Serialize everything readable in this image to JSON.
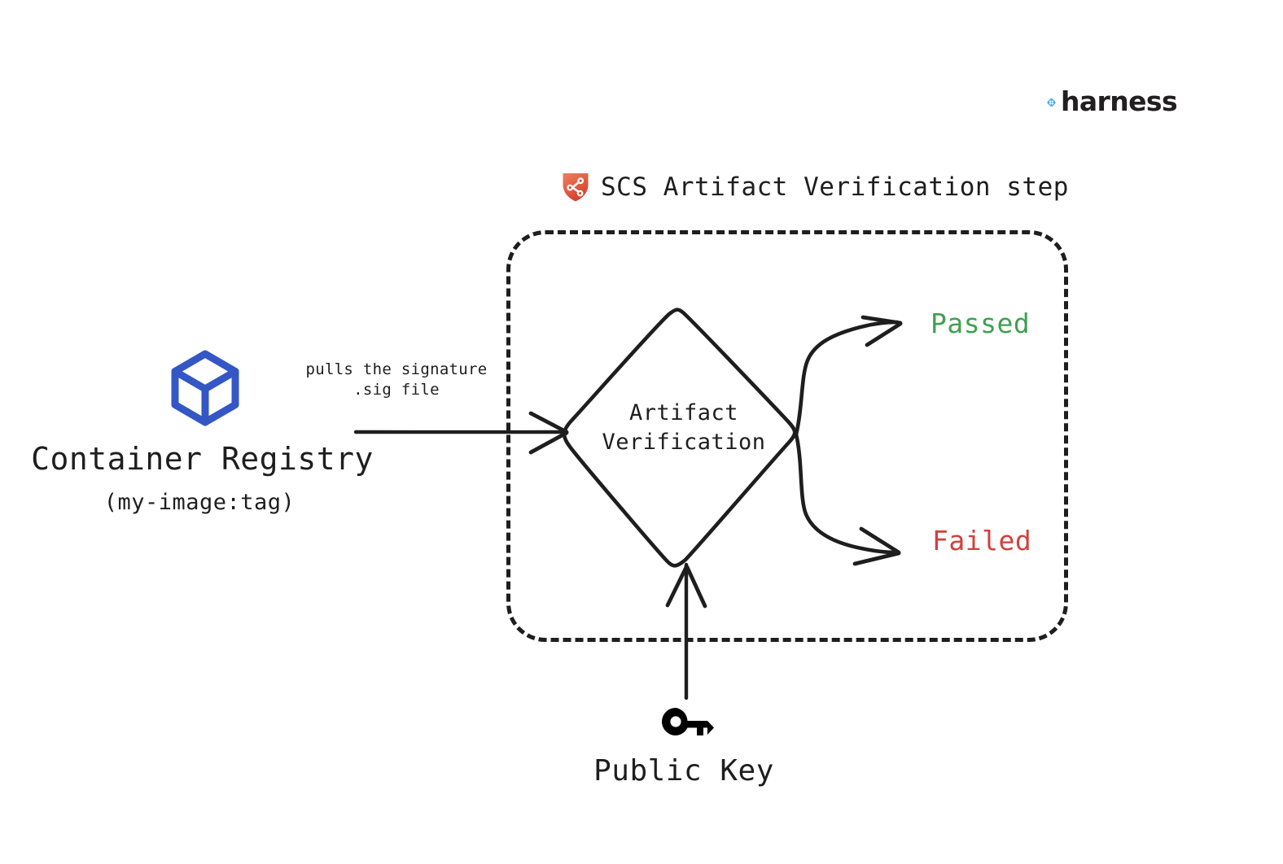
{
  "diagram": {
    "title": "SCS Artifact Verification step",
    "background_color": "#ffffff",
    "stroke_color": "#1e1e1e",
    "type": "flowchart"
  },
  "brand": {
    "name": "harness",
    "logo_icon": "harness-diamond-logo",
    "logo_color": "#4db3e5",
    "wordmark_color": "#231f20"
  },
  "step": {
    "title": "SCS Artifact Verification step",
    "title_icon": "scs-shield-icon",
    "shield_color_light": "#ef7a5c",
    "shield_color_dark": "#d9432e"
  },
  "nodes": {
    "registry": {
      "icon": "container-box-icon",
      "icon_color": "#3457c5",
      "label": "Container Registry",
      "sublabel": "(my-image:tag)"
    },
    "decision": {
      "shape": "diamond",
      "label_line1": "Artifact",
      "label_line2": "Verification"
    },
    "public_key": {
      "icon": "key-icon",
      "icon_color": "#000000",
      "label": "Public Key"
    }
  },
  "edges": {
    "registry_to_verification": {
      "label_line1": "pulls the signature",
      "label_line2": ".sig file",
      "direction": "right"
    },
    "public_key_to_verification": {
      "direction": "up"
    },
    "verification_to_passed": {
      "direction": "up-right"
    },
    "verification_to_failed": {
      "direction": "down-right"
    }
  },
  "outcomes": [
    {
      "label": "Passed",
      "color": "#40a052"
    },
    {
      "label": "Failed",
      "color": "#d2413c"
    }
  ]
}
